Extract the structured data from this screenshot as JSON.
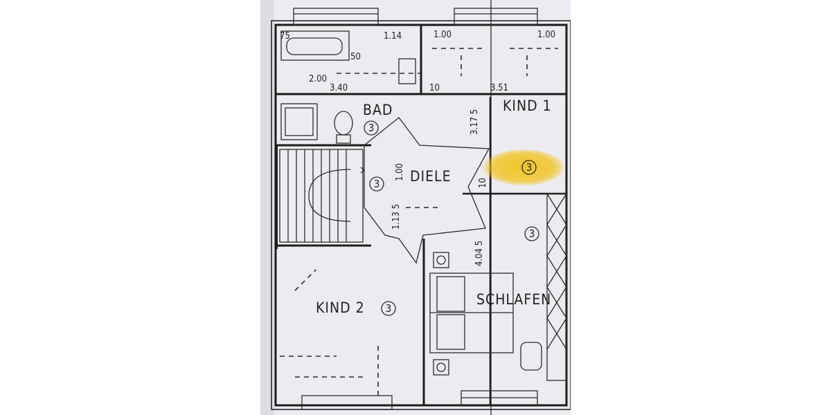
{
  "plan": {
    "rooms": {
      "bad": "BAD",
      "kind1": "KIND 1",
      "diele": "DIELE",
      "kind2": "KIND 2",
      "schlafen": "SCHLAFEN"
    },
    "room_markers": {
      "bad": "3",
      "kind1": "3",
      "diele": "3",
      "kind2": "3",
      "schlafen": "3"
    },
    "dimensions": {
      "d75": "75",
      "d114": "1.14",
      "d100_left": "1.00",
      "d100_right": "1.00",
      "d50": "50",
      "d200": "2.00",
      "d340": "3.40",
      "d10_top": "10",
      "d351": "3.51",
      "d3175": "3.17 5",
      "d100_diele": "1.00",
      "d10_diele": "10",
      "d1135": "1.13 5",
      "d4045": "4.04 5"
    },
    "highlight_color": "#f2c21a"
  }
}
